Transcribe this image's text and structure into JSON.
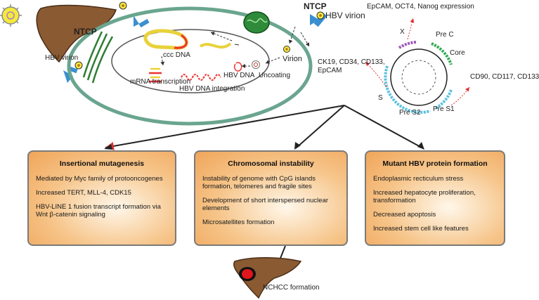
{
  "cell": {
    "ntcp_left": "NTCP",
    "ntcp_right": "NTCP",
    "hbv_virion_top": "HBV virion",
    "hbv_virion_left": "HBV virion",
    "virion": "Virion",
    "uncoating": "Uncoating",
    "hbv_dna": "HBV DNA",
    "ccc_dna": "ccc DNA",
    "mrna_transcription": "mRNA transcription",
    "hbv_dna_integration": "HBV DNA integration"
  },
  "genome": {
    "x": "X",
    "pre_c": "Pre C",
    "core": "Core",
    "s": "S",
    "pre_s2": "Pre S2",
    "pre_s1": "Pre S1",
    "x_markers": "EpCAM, OCT4, Nanog expression",
    "s_markers_line1": "CK19, CD34, CD133,",
    "s_markers_line2": "EpCAM",
    "pres1_markers": "CD90, CD117, CD133"
  },
  "boxes": [
    {
      "title": "Insertional mutagenesis",
      "items": [
        "Mediated by Myc family of protooncogenes",
        "Increased TERT, MLL-4, CDK15",
        "HBV-LINE 1 fusion transcript formation via Wnt β-catenin signaling"
      ]
    },
    {
      "title": "Chromosomal instability",
      "items": [
        "Instability of genome with CpG islands formation, telomeres and fragile sites",
        "Development of short interspersed nuclear elements",
        "Microsatellites formation"
      ]
    },
    {
      "title": "Mutant HBV protein formation",
      "items": [
        "Endoplasmic recticulum stress",
        "Increased hepatocyte proliferation, transformation",
        "Decreased apoptosis",
        "Increased stem cell like features"
      ]
    }
  ],
  "outcome": "NCHCC formation",
  "colors": {
    "cell_membrane": "#6aa58f",
    "liver": "#8a5a32",
    "box_fill": "#f6c488",
    "marker_arrow": "#e03030",
    "segment_x": "#9b59b6",
    "segment_core": "#2eaa55",
    "segment_s": "#5bc0de"
  }
}
